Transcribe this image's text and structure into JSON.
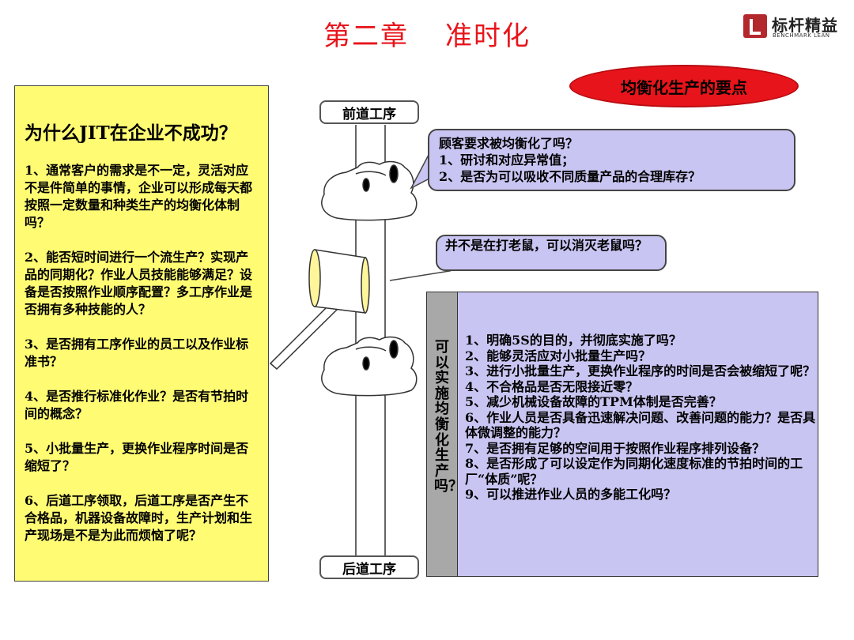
{
  "header": {
    "chapter": "第二章",
    "title": "准时化",
    "logo_name": "标杆精益",
    "logo_sub": "BENCHMARK LEAN"
  },
  "badge": {
    "label": "均衡化生产的要点"
  },
  "left_panel": {
    "heading": "为什么JIT在企业不成功？",
    "paragraphs": [
      "1、通常客户的需求是不一定，灵活对应不是件简单的事情，企业可以形成每天都按照一定数量和种类生产的均衡化体制吗？",
      "2、能否短时间进行一个流生产？实现产品的同期化？作业人员技能能够满足？设备是否按照作业顺序配置？多工序作业是否拥有多种技能的人？",
      "3、是否拥有工序作业的员工以及作业标准书？",
      "4、是否推行标准化作业？是否有节拍时间的概念？",
      "5、小批量生产，更换作业程序时间是否缩短了？",
      "6、后道工序领取，后道工序是否产生不合格品，机器设备故障时，生产计划和生产现场是不是为此而烦恼了呢？"
    ]
  },
  "diagram": {
    "upstream_label": "前道工序",
    "downstream_label": "后道工序"
  },
  "bubble_top": {
    "lines": [
      "顾客要求被均衡化了吗？",
      "1、研讨和对应异常值；",
      "2、是否为可以吸收不同质量产品的合理库存？"
    ]
  },
  "bubble_middle": {
    "text": "并不是在打老鼠，可以消灭老鼠吗？"
  },
  "right_panel": {
    "vertical_label": "可以实施均衡化生产吗？",
    "items": [
      "1、明确5S的目的，并彻底实施了吗？",
      "2、能够灵活应对小批量生产吗？",
      "3、进行小批量生产，更换作业程序的时间是否会被缩短了呢？",
      "4、不合格品是否无限接近零？",
      "5、减少机械设备故障的TPM体制是否完善？",
      "6、作业人员是否具备迅速解决问题、改善问题的能力？是否具体微调整的能力？",
      "7、是否拥有足够的空间用于按照作业程序排列设备？",
      "8、是否形成了可以设定作为同期化速度标准的节拍时间的工厂“体质”呢？",
      "9、可以推进作业人员的多能工化吗？"
    ]
  },
  "colors": {
    "title_red": "#e8141b",
    "panel_yellow": "#fffb73",
    "bubble_lavender": "#c9c5f2",
    "strip_gray": "#a8a8a8"
  }
}
